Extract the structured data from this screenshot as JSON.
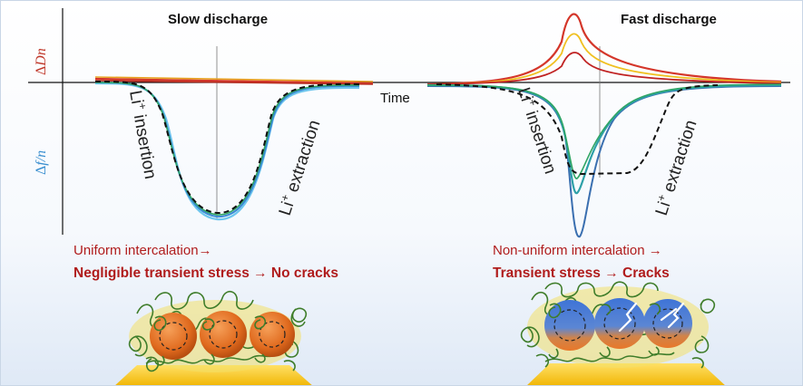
{
  "left_panel": {
    "title": "Slow discharge",
    "insertion_label": "Li",
    "insertion_sup": "+",
    "insertion_word": " insertion",
    "extraction_label": "Li",
    "extraction_sup": "+",
    "extraction_word": " extraction",
    "caption_line1": "Uniform intercalation→",
    "caption_line2": "Negligible  transient stress → No cracks"
  },
  "right_panel": {
    "title": "Fast discharge",
    "insertion_label": "Li",
    "insertion_sup": "+",
    "insertion_word": " insertion",
    "extraction_label": "Li",
    "extraction_sup": "+",
    "extraction_word": " extraction",
    "caption_line1": "Non-uniform intercalation →",
    "caption_line2": "Transient stress → Cracks"
  },
  "axes": {
    "y_upper_delta": "Δ",
    "y_upper_var": "Dn",
    "y_lower_delta": "Δ",
    "y_lower_var": "f/n",
    "x_label": "Time"
  },
  "colors": {
    "dissipation": "#c0392b",
    "frequency": "#3a9ad9",
    "accent_text": "#b01c1c",
    "particle_orange": "#e8782a",
    "particle_blue": "#4a7fd0",
    "binder_green": "#3f7d2a",
    "current_collector": "#f5c400"
  }
}
